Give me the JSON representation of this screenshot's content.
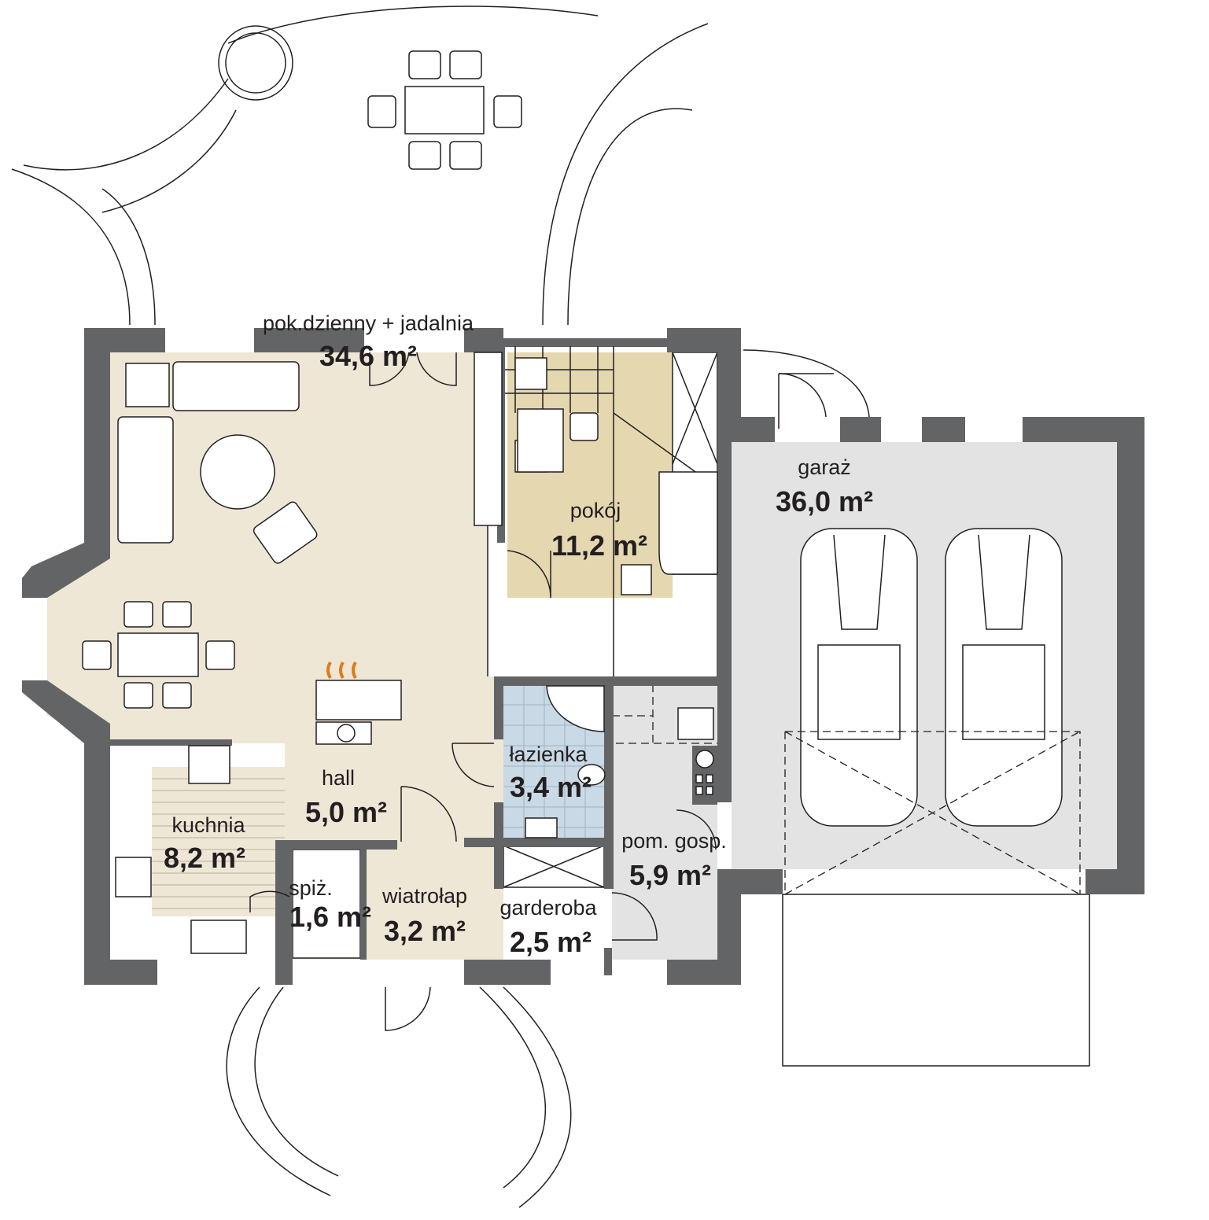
{
  "colors": {
    "wall": "#636466",
    "living": "#efe7d6",
    "pokoj": "#e5d8b0",
    "bathroom": "#c9d9e5",
    "utility": "#e3e3e3",
    "garage": "#e3e3e3",
    "fireplace_flame": "#e07b1a"
  },
  "rooms": [
    {
      "name": "pok.dzienny + jadalnia",
      "area": "34,6 m²"
    },
    {
      "name": "pokój",
      "area": "11,2 m²"
    },
    {
      "name": "garaż",
      "area": "36,0 m²"
    },
    {
      "name": "łazienka",
      "area": "3,4 m²"
    },
    {
      "name": "hall",
      "area": "5,0 m²"
    },
    {
      "name": "kuchnia",
      "area": "8,2 m²"
    },
    {
      "name": "spiż.",
      "area": "1,6 m²"
    },
    {
      "name": "wiatrołap",
      "area": "3,2 m²"
    },
    {
      "name": "garderoba",
      "area": "2,5 m²"
    },
    {
      "name": "pom. gosp.",
      "area": "5,9 m²"
    }
  ]
}
